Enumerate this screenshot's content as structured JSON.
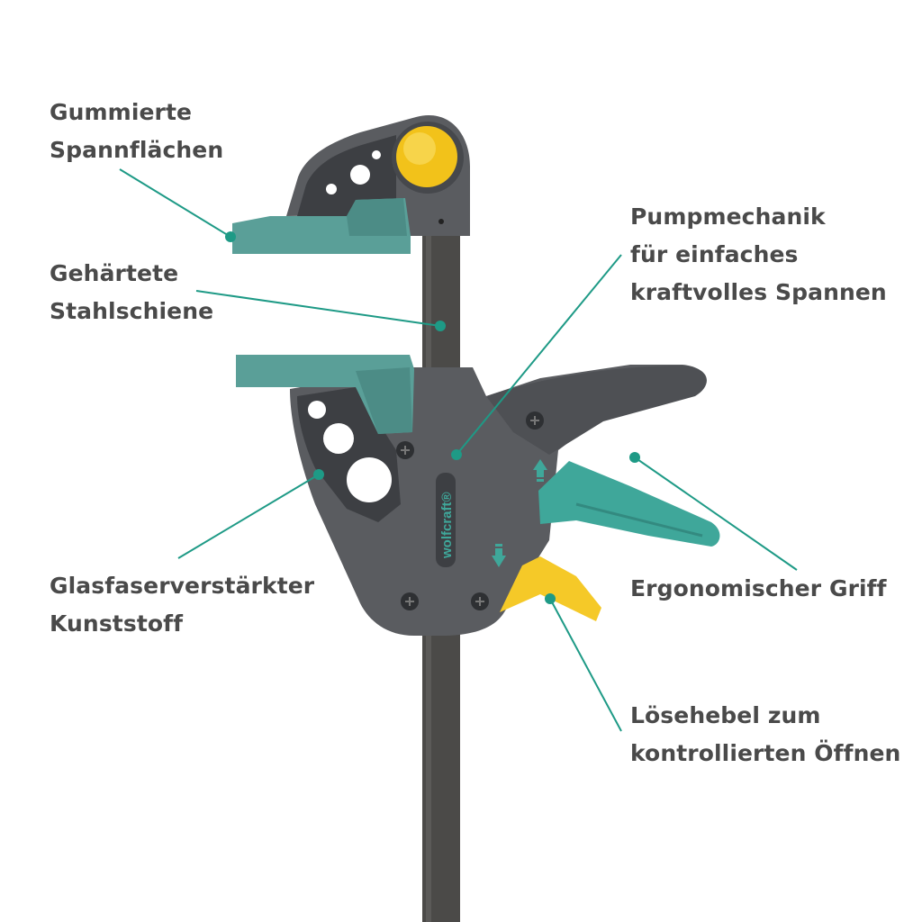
{
  "colors": {
    "background": "#ffffff",
    "label_text": "#4a4a4a",
    "leader_line": "#1e9a86",
    "body_gray": "#5a5c60",
    "body_dark": "#3d3f43",
    "rail": "#4b4a48",
    "jaw_teal": "#5a9f98",
    "grip_teal": "#3fa79a",
    "knob_yellow": "#f2c21a",
    "release_yellow": "#f5c928"
  },
  "brand": "wolfcraft®",
  "callouts": [
    {
      "id": "gummierte",
      "lines": [
        "Gummierte",
        "Spannflächen"
      ]
    },
    {
      "id": "stahl",
      "lines": [
        "Gehärtete",
        "Stahlschiene"
      ]
    },
    {
      "id": "glas",
      "lines": [
        "Glasfaserverstärkter",
        "Kunststoff"
      ]
    },
    {
      "id": "pump",
      "lines": [
        "Pumpmechanik",
        "für einfaches",
        "kraftvolles Spannen"
      ]
    },
    {
      "id": "ergo",
      "lines": [
        "Ergonomischer Griff"
      ]
    },
    {
      "id": "lose",
      "lines": [
        "Lösehebel zum",
        "kontrollierten Öffnen"
      ]
    }
  ],
  "icons": [
    "up-arrow-icon",
    "down-arrow-icon",
    "screw-icon"
  ]
}
